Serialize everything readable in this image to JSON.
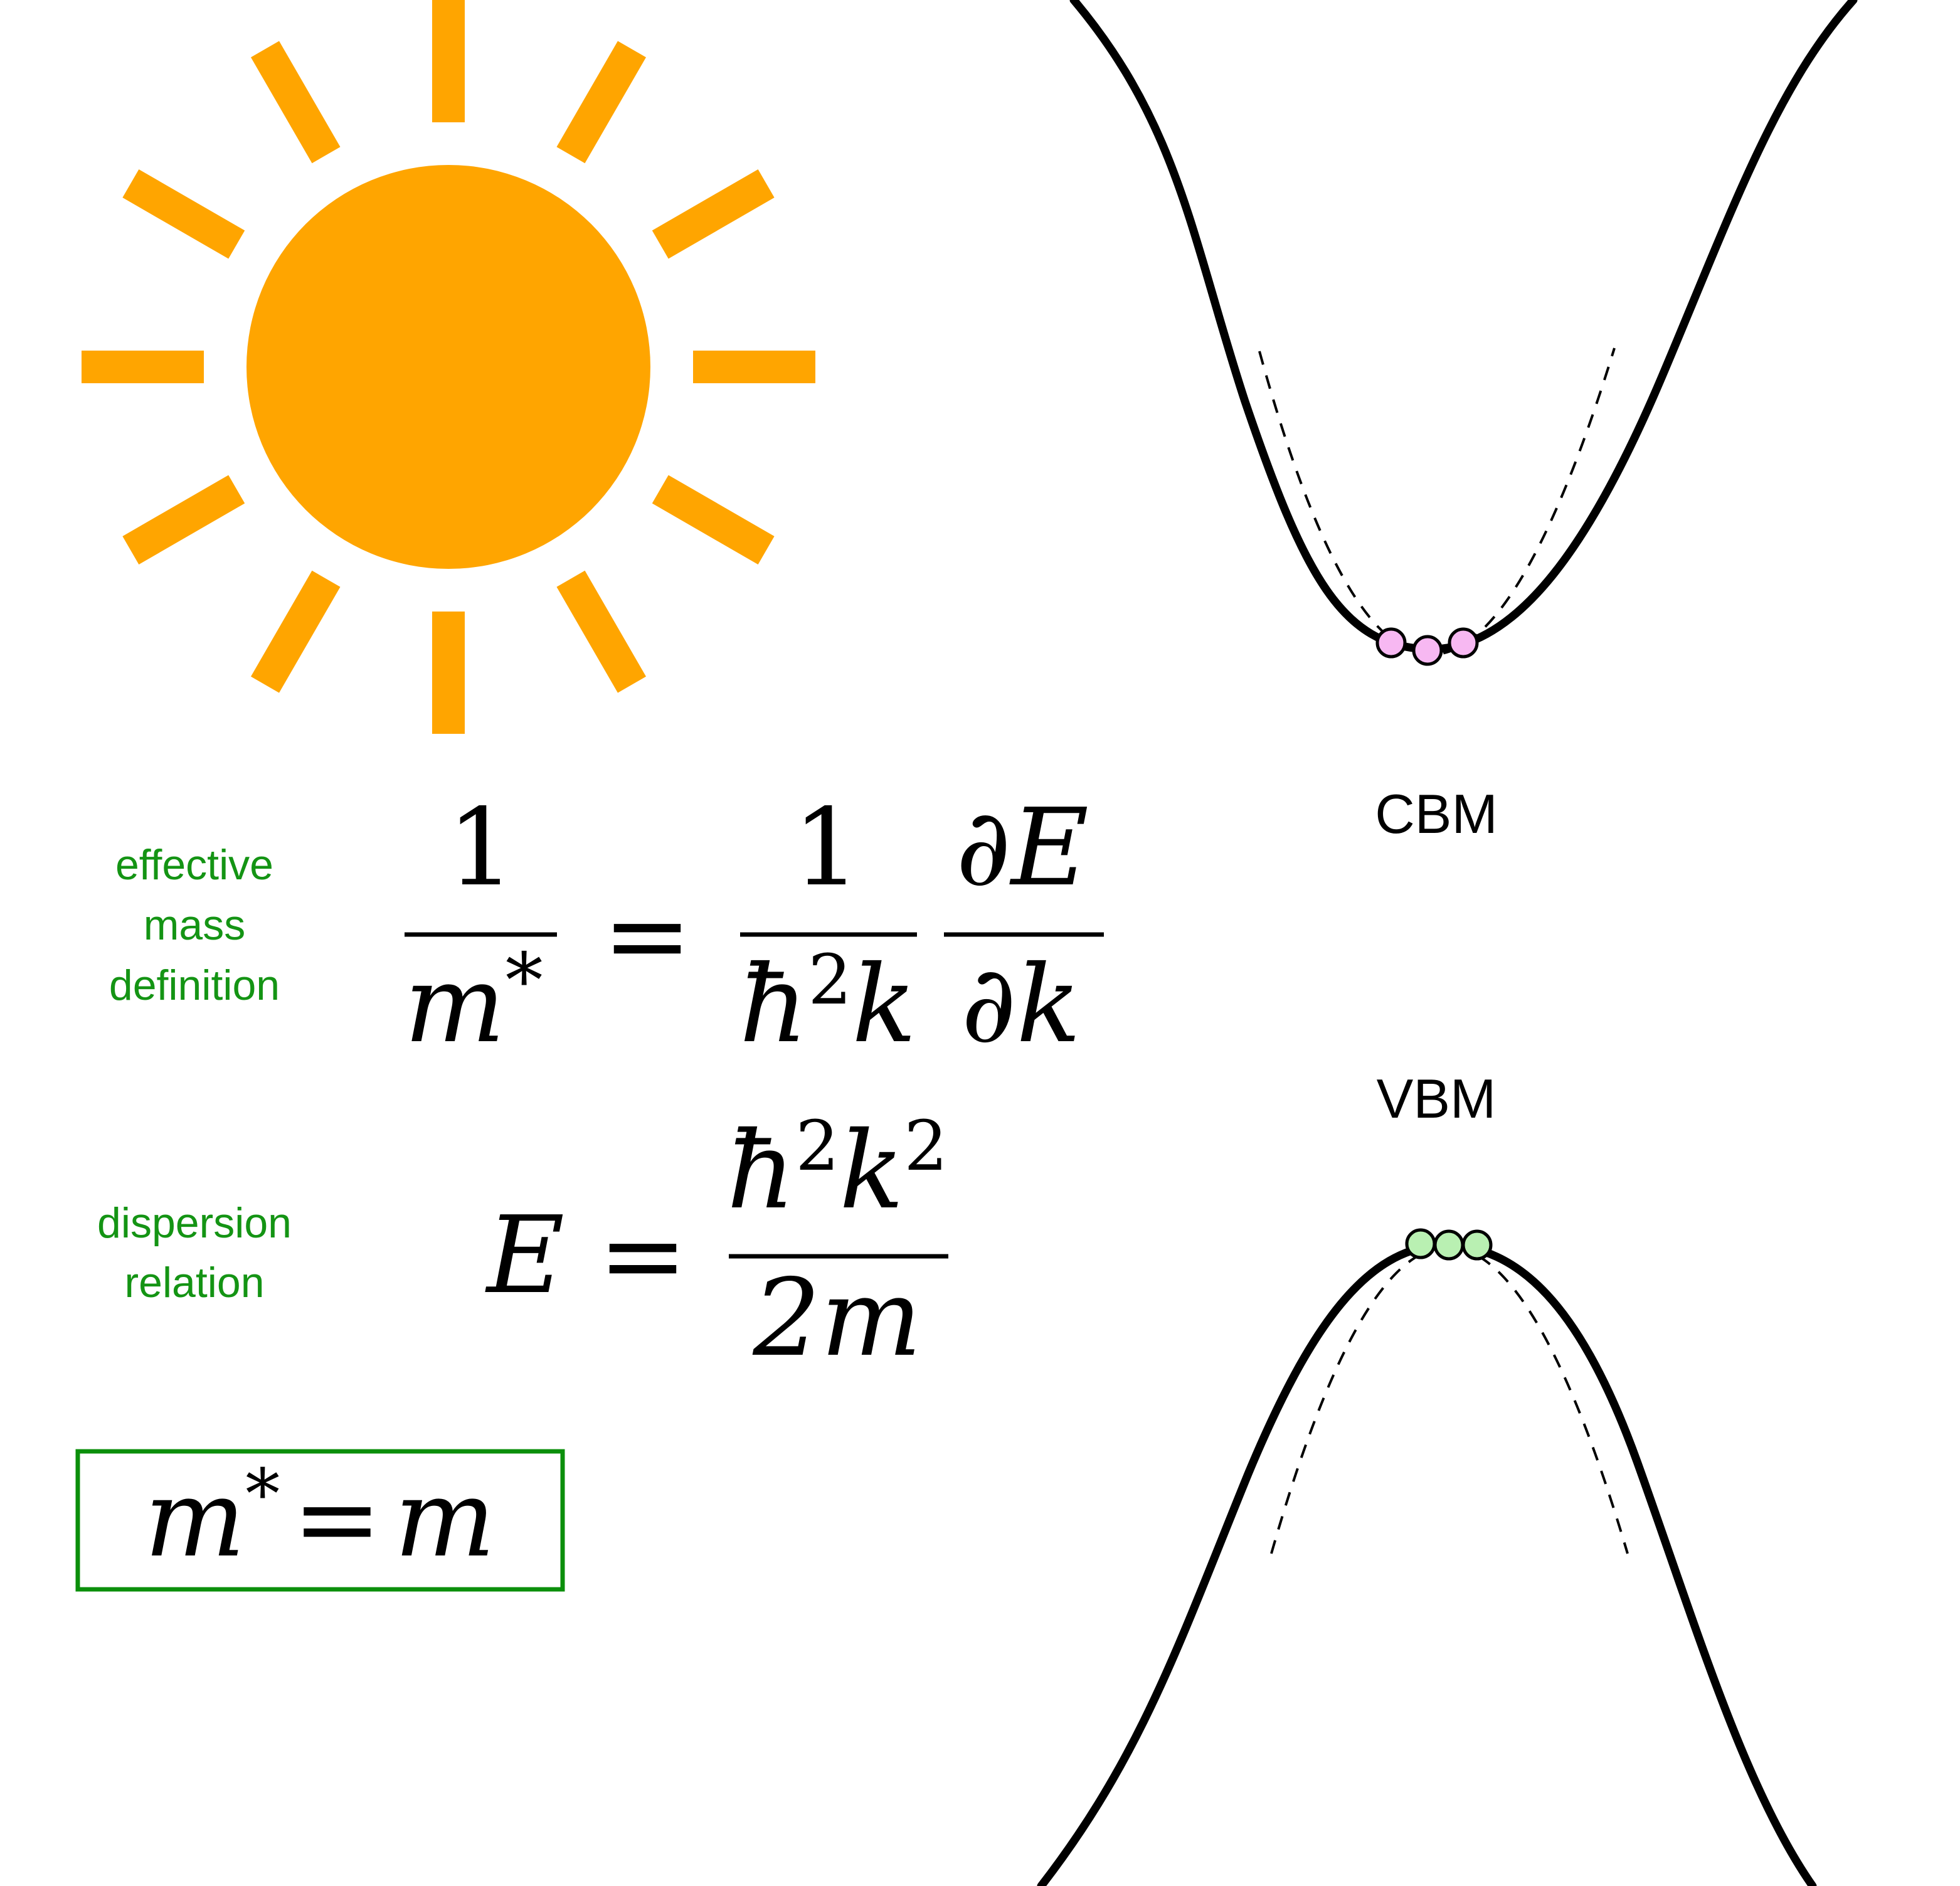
{
  "labels": {
    "effective_mass_definition": [
      "effective",
      "mass",
      "definition"
    ],
    "dispersion_relation": [
      "dispersion",
      "relation"
    ],
    "cbm": "CBM",
    "vbm": "VBM"
  },
  "equations": {
    "effective_mass": {
      "lhs_numerator": "1",
      "lhs_denominator_var": "m",
      "lhs_denominator_sup": "*",
      "equals": "=",
      "rhs1_numerator": "1",
      "rhs1_denominator_hbar": "ħ",
      "rhs1_denominator_exp": "2",
      "rhs1_denominator_var": "k",
      "rhs2_numerator": "∂E",
      "rhs2_denominator": "∂k"
    },
    "dispersion": {
      "lhs": "E",
      "equals": "=",
      "numerator_hbar": "ħ",
      "numerator_exp1": "2",
      "numerator_var": "k",
      "numerator_exp2": "2",
      "denominator": "2m"
    },
    "result": {
      "lhs_var": "m",
      "lhs_sup": "*",
      "equals": "=",
      "rhs_var": "m"
    }
  },
  "colors": {
    "sun": "#ffa500",
    "label_green": "#149414",
    "box_green": "#0b8f0b",
    "curve": "#000000",
    "electron_fill": "#f7b8f2",
    "hole_fill": "#b9f0b2"
  },
  "icons": {
    "sun": "sun-icon",
    "electrons": "electron-particles",
    "holes": "hole-particles"
  }
}
